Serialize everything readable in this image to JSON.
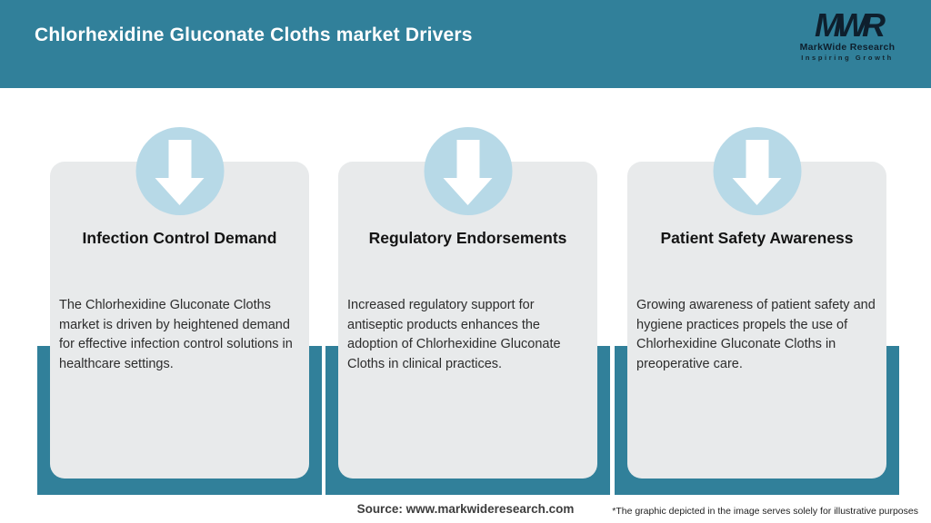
{
  "header": {
    "title": "Chlorhexidine Gluconate Cloths market Drivers",
    "logo": {
      "monogram": "MWR",
      "name": "MarkWide Research",
      "tagline": "Inspiring Growth"
    }
  },
  "cards": [
    {
      "title": "Infection Control Demand",
      "description": "The Chlorhexidine Gluconate Cloths market is driven by heightened demand for effective infection control solutions in healthcare settings."
    },
    {
      "title": "Regulatory Endorsements",
      "description": "Increased regulatory support for antiseptic products enhances the adoption of Chlorhexidine Gluconate Cloths in clinical practices."
    },
    {
      "title": "Patient Safety Awareness",
      "description": "Growing awareness of patient safety and hygiene practices propels the use of Chlorhexidine Gluconate Cloths in preoperative care."
    }
  ],
  "footer": {
    "source": "Source: www.markwideresearch.com",
    "disclaimer": "*The graphic depicted in the image serves solely for illustrative purposes"
  },
  "colors": {
    "header_teal": "#31809A",
    "backing_teal": "#31809A",
    "card_gray": "#E8EAEB",
    "circle_blue": "#B7D9E7",
    "arrow_white": "#FFFFFF",
    "logo_dark": "#0E1F2D",
    "title_text": "#141414",
    "body_text": "#2D2D2D"
  }
}
